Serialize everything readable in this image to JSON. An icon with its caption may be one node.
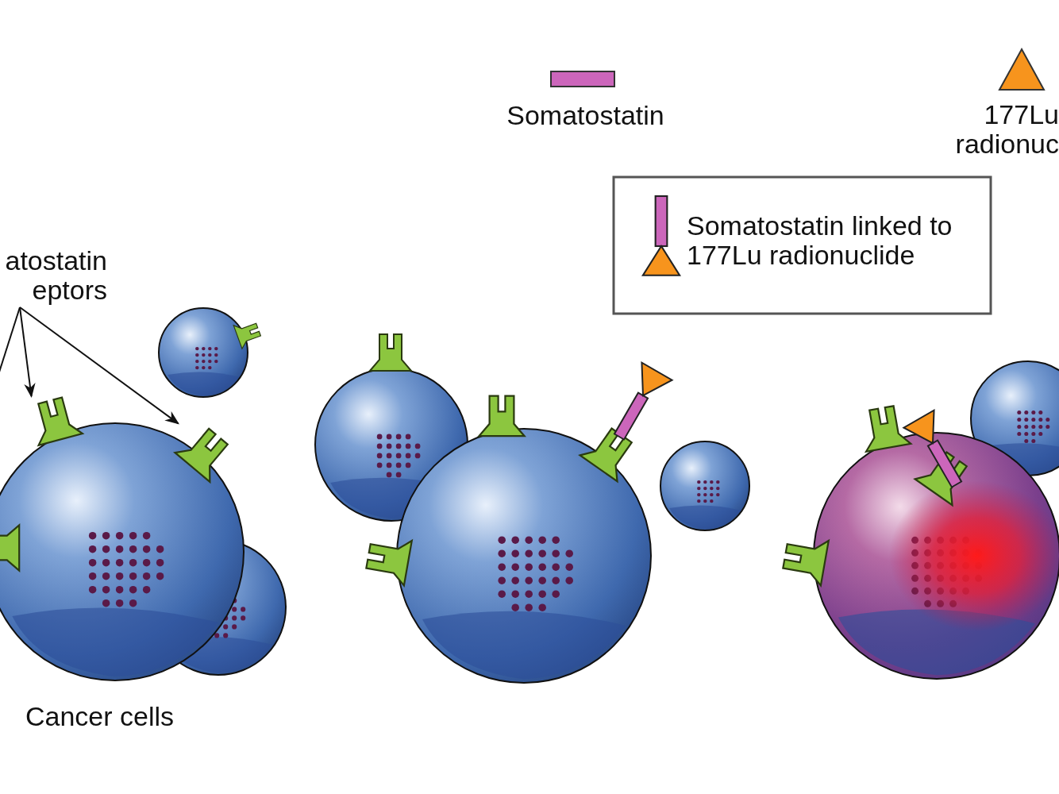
{
  "diagram": {
    "nodes": [
      {
        "text": [
          "atostatin eptors"
        ]
      },
      {
        "text": [],
        "shape": "picture"
      },
      {
        "text": [],
        "shape": "picture"
      }
    ],
    "edges": [
      {
        "from": 0,
        "to": null,
        "arrow": "none"
      },
      {
        "from": 0,
        "to": 1,
        "arrow": "to"
      },
      {
        "from": 0,
        "to": 2,
        "arrow": "to"
      }
    ],
    "labels": [
      "Cancer cells"
    ],
    "legend": [
      {
        "text": "Somatostatin"
      },
      {
        "text": "177Lu radionuc"
      },
      {
        "text": "Somatostatin linked to 177Lu radionuclide"
      }
    ]
  }
}
